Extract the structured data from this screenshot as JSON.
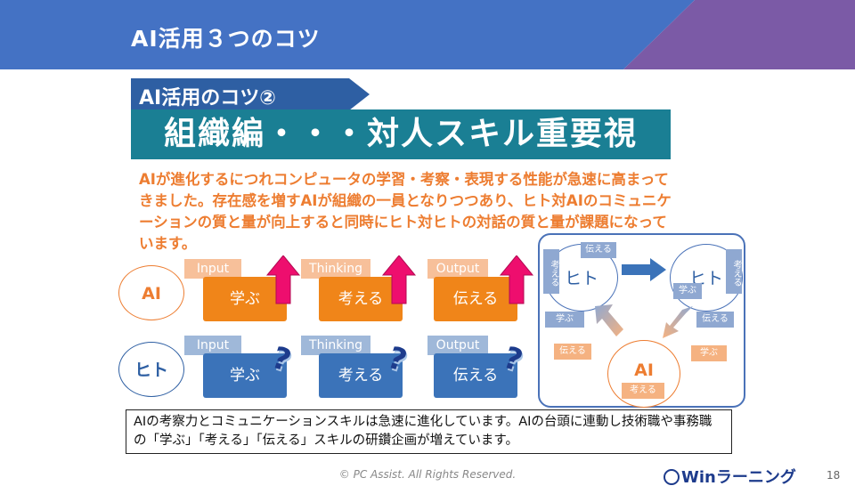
{
  "header": {
    "title": "AI活用３つのコツ"
  },
  "tip": {
    "label": "AI活用のコツ②"
  },
  "title": {
    "text": "組織編・・・対人スキル重要視"
  },
  "intro": {
    "text": "AIが進化するにつれコンピュータの学習・考察・表現する性能が急速に高まってきました。存在感を増すAIが組織の一員となりつつあり、ヒト対AIのコミュニケーションの質と量が向上すると同時にヒト対ヒトの対話の質と量が課題になっています。"
  },
  "roles": {
    "ai": "AI",
    "hito": "ヒト"
  },
  "steps": {
    "ai": [
      {
        "tag": "Input",
        "label": "学ぶ"
      },
      {
        "tag": "Thinking",
        "label": "考える"
      },
      {
        "tag": "Output",
        "label": "伝える"
      }
    ],
    "hito": [
      {
        "tag": "Input",
        "label": "学ぶ"
      },
      {
        "tag": "Thinking",
        "label": "考える"
      },
      {
        "tag": "Output",
        "label": "伝える"
      }
    ]
  },
  "diagram": {
    "hito_left": "ヒト",
    "hito_right": "ヒト",
    "ai": "AI",
    "left_think": "考える",
    "top_tell": "伝える",
    "right_think": "考える",
    "right_learn": "学ぶ",
    "left_learn": "学ぶ",
    "right_tell": "伝える",
    "bottom_tell": "伝える",
    "bottom_learn": "学ぶ",
    "ai_think": "考える"
  },
  "note": {
    "text": "AIの考察力とコミュニケーションスキルは急速に進化しています。AIの台頭に連動し技術職や事務職の「学ぶ」「考える」「伝える」スキルの研鑽企画が増えています。"
  },
  "footer": {
    "copyright": "© PC Assist. All Rights Reserved.",
    "logo": "Winラーニング",
    "page": "18"
  },
  "colors": {
    "header_blue": "#4472c4",
    "header_purple": "#7b5aa6",
    "title_teal": "#1a7f94",
    "ai_orange": "#f08519",
    "hito_blue": "#3b73b9",
    "arrow_pink": "#ee0e6e"
  }
}
